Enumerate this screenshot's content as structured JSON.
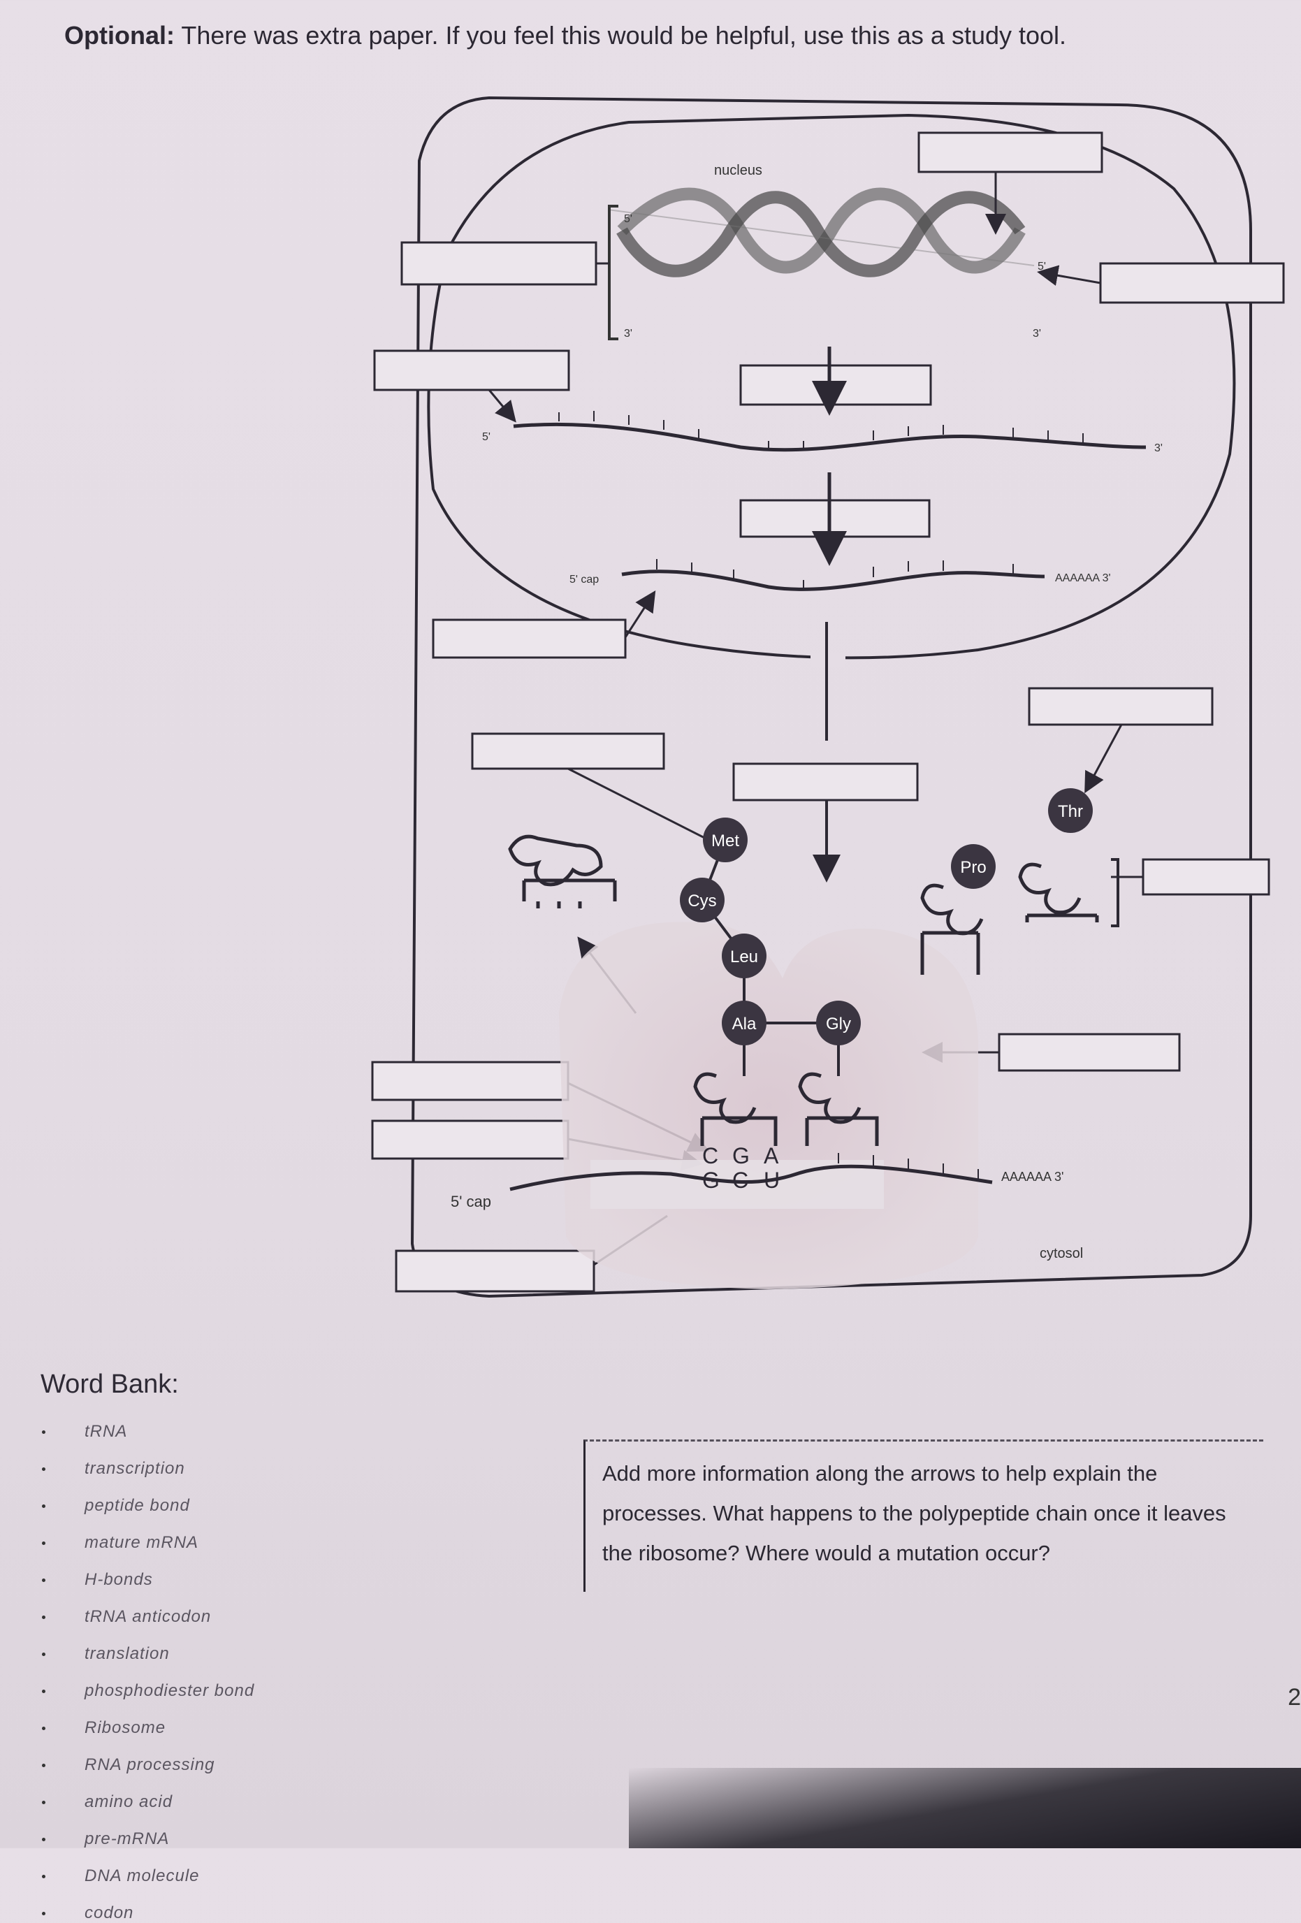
{
  "heading": {
    "bold": "Optional:",
    "rest": " There was extra paper. If you feel this would be helpful, use this as a study tool."
  },
  "diagram": {
    "nucleus_label": "nucleus",
    "cytosol_label": "cytosol",
    "dna_5": "5'",
    "dna_3": "3'",
    "dna_5_right": "5'",
    "dna_3_right": "3'",
    "premrna_5": "5'",
    "premrna_3": "3'",
    "mature_5cap": "5' cap",
    "mature_polyA": "AAAAAA  3'",
    "ribo_5cap": "5' cap",
    "ribo_polyA": "AAAAAA  3'",
    "amino_acids": [
      "Met",
      "Cys",
      "Leu",
      "Ala",
      "Gly",
      "Pro",
      "Thr"
    ],
    "anticodon": [
      "C",
      "G",
      "A"
    ],
    "codon": [
      "G",
      "C",
      "U"
    ]
  },
  "word_bank": {
    "title": "Word Bank:",
    "items": [
      "tRNA",
      "transcription",
      "peptide bond",
      "mature mRNA",
      "H-bonds",
      "tRNA anticodon",
      "translation",
      "phosphodiester bond",
      "Ribosome",
      "RNA processing",
      "amino acid",
      "pre-mRNA",
      "DNA molecule",
      "codon"
    ]
  },
  "prompt": "Add more information along the arrows to help explain the processes. What happens to the polypeptide chain once it leaves the ribosome? Where would a mutation occur?",
  "page_number": "2"
}
